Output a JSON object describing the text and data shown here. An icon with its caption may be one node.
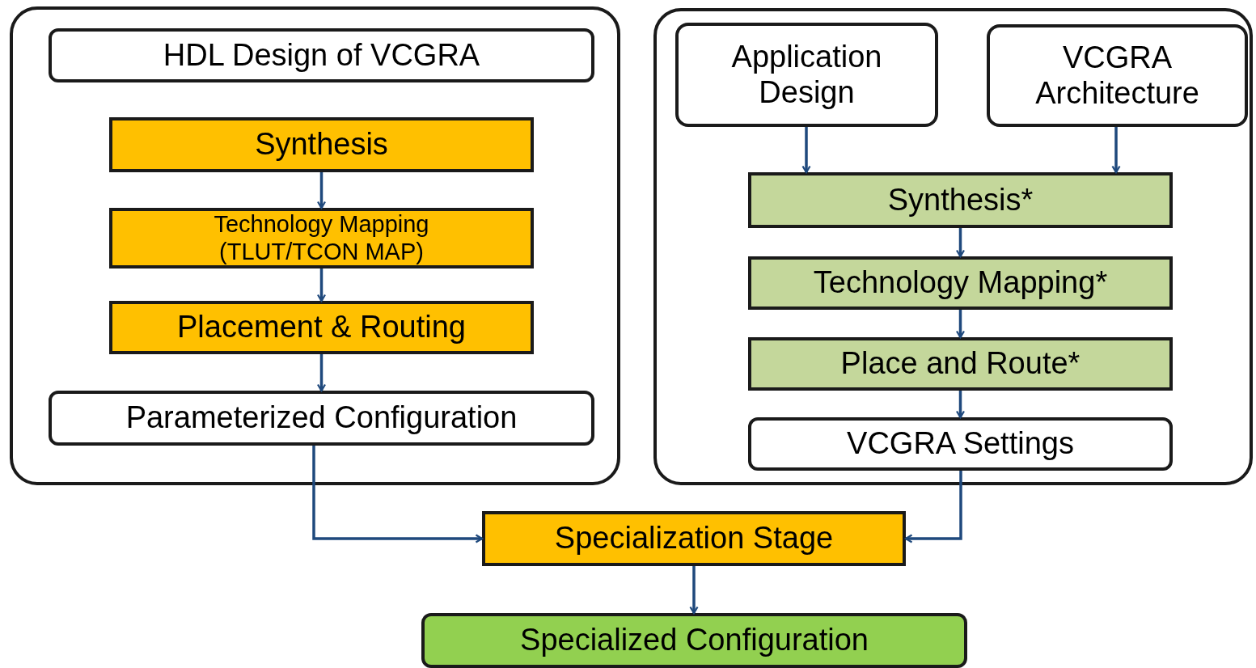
{
  "diagram": {
    "nodes": [
      {
        "text": [],
        "shape": "box"
      },
      {
        "text": [
          "HDL Design of VCGRA"
        ],
        "in": 0
      },
      {
        "text": [
          "Synthesis"
        ],
        "in": 0
      },
      {
        "text": [
          "Technology Mapping (TLUT/TCON MAP)"
        ],
        "in": 0
      },
      {
        "text": [
          "Placement & Routing"
        ],
        "in": 0
      },
      {
        "text": [
          "Parameterized Configuration"
        ],
        "in": 0
      },
      {
        "text": [],
        "shape": "box"
      },
      {
        "text": [
          "Application Design"
        ],
        "in": 6
      },
      {
        "text": [
          "VCGRA Architecture"
        ],
        "in": 6
      },
      {
        "text": [
          "Synthesis*"
        ],
        "in": 6
      },
      {
        "text": [
          "Technology Mapping*"
        ],
        "in": 6
      },
      {
        "text": [
          "Place and Route*"
        ],
        "in": 6
      },
      {
        "text": [
          "VCGRA Settings"
        ],
        "in": 6
      },
      {
        "text": [
          "Specialization Stage"
        ]
      },
      {
        "text": [
          "Specialized Configuration"
        ]
      }
    ],
    "edges": [
      {
        "from": 2,
        "to": 3,
        "arrow": "to"
      },
      {
        "from": 3,
        "to": 4,
        "arrow": "to"
      },
      {
        "from": 4,
        "to": 5,
        "arrow": "to"
      },
      {
        "from": 5,
        "to": 13,
        "arrow": "to"
      },
      {
        "from": 7,
        "to": 9,
        "arrow": "to"
      },
      {
        "from": 8,
        "to": 9,
        "arrow": "to"
      },
      {
        "from": 9,
        "to": 10,
        "arrow": "to"
      },
      {
        "from": 10,
        "to": 11,
        "arrow": "to"
      },
      {
        "from": 11,
        "to": 12,
        "arrow": "to"
      },
      {
        "from": 12,
        "to": 13,
        "arrow": "to"
      },
      {
        "from": 13,
        "to": 14,
        "arrow": "to"
      }
    ]
  }
}
